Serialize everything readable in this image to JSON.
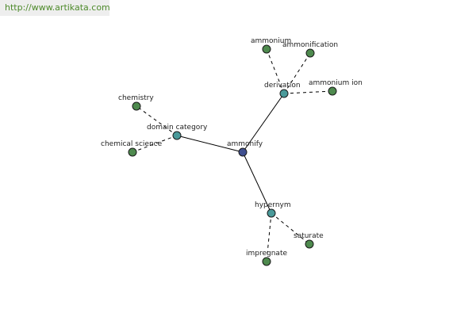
{
  "watermark": "http://www.artikata.com",
  "colors": {
    "center": "#3f4f8f",
    "relation": "#4a9a9a",
    "leaf": "#4e8a4e"
  },
  "nodes": [
    {
      "id": "ammonify",
      "label": "ammonify",
      "kind": "center"
    },
    {
      "id": "derivation",
      "label": "derivation",
      "kind": "relation"
    },
    {
      "id": "domain_category",
      "label": "domain category",
      "kind": "relation"
    },
    {
      "id": "hypernym",
      "label": "hypernym",
      "kind": "relation"
    },
    {
      "id": "ammonium",
      "label": "ammonium",
      "kind": "leaf"
    },
    {
      "id": "ammonification",
      "label": "ammonification",
      "kind": "leaf"
    },
    {
      "id": "ammonium_ion",
      "label": "ammonium ion",
      "kind": "leaf"
    },
    {
      "id": "chemistry",
      "label": "chemistry",
      "kind": "leaf"
    },
    {
      "id": "chemical_science",
      "label": "chemical science",
      "kind": "leaf"
    },
    {
      "id": "saturate",
      "label": "saturate",
      "kind": "leaf"
    },
    {
      "id": "impregnate",
      "label": "impregnate",
      "kind": "leaf"
    }
  ],
  "edges": [
    {
      "from": "ammonify",
      "to": "derivation",
      "style": "solid"
    },
    {
      "from": "ammonify",
      "to": "domain_category",
      "style": "solid"
    },
    {
      "from": "ammonify",
      "to": "hypernym",
      "style": "solid"
    },
    {
      "from": "derivation",
      "to": "ammonium",
      "style": "dashed"
    },
    {
      "from": "derivation",
      "to": "ammonification",
      "style": "dashed"
    },
    {
      "from": "derivation",
      "to": "ammonium_ion",
      "style": "dashed"
    },
    {
      "from": "domain_category",
      "to": "chemistry",
      "style": "dashed"
    },
    {
      "from": "domain_category",
      "to": "chemical_science",
      "style": "dashed"
    },
    {
      "from": "hypernym",
      "to": "saturate",
      "style": "dashed"
    },
    {
      "from": "hypernym",
      "to": "impregnate",
      "style": "dashed"
    }
  ]
}
